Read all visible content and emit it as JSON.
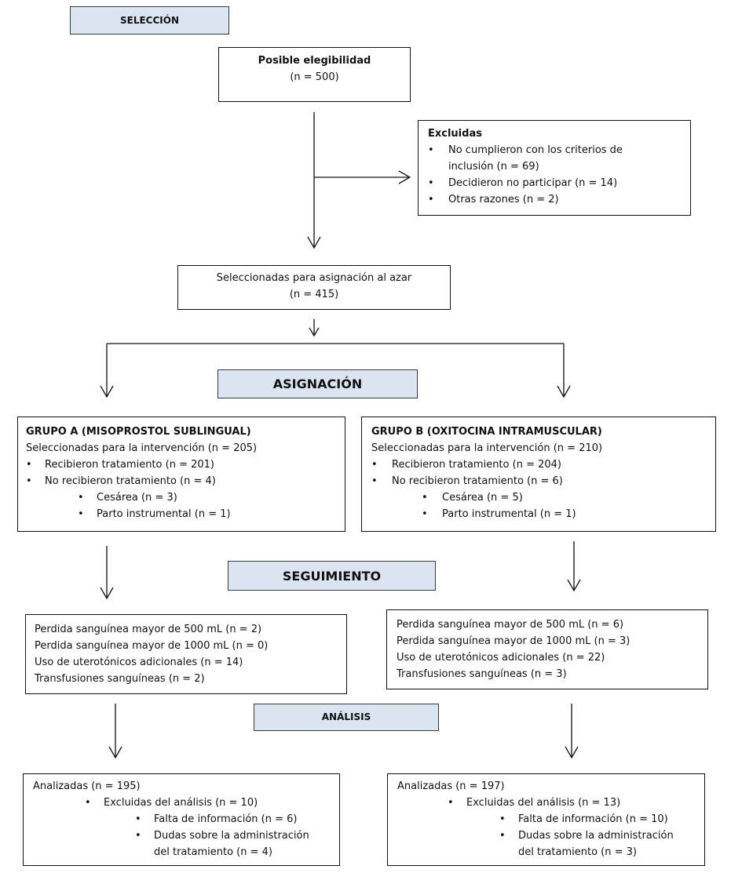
{
  "stages": {
    "seleccion": "SELECCIÓN",
    "asignacion": "ASIGNACIÓN",
    "seguimiento": "SEGUIMIENTO",
    "analisis": "ANÁLISIS"
  },
  "eligibility": {
    "title": "Posible elegibilidad",
    "n": "(n = 500)"
  },
  "excluded": {
    "title": "Excluidas",
    "items": [
      "No cumplieron con los criterios de",
      "inclusión (n = 69)",
      "Decidieron no participar (n = 14)",
      "Otras razones (n = 2)"
    ]
  },
  "randomized": {
    "title": "Seleccionadas  para asignación al azar",
    "n": "(n = 415)"
  },
  "group_a": {
    "title": "GRUPO  A (MISOPROSTOL  SUBLINGUAL)",
    "selected": "Seleccionadas para la intervención (n = 205)",
    "received": "Recibieron tratamiento (n = 201)",
    "not_received": "No recibieron tratamiento (n = 4)",
    "cesarea": "Cesárea (n = 3)",
    "parto": "Parto instrumental (n = 1)"
  },
  "group_b": {
    "title": "GRUPO  B (OXITOCINA  INTRAMUSCULAR)",
    "selected": "Seleccionadas para la intervención (n = 210)",
    "received": "Recibieron tratamiento (n = 204)",
    "not_received": "No recibieron tratamiento (n = 6)",
    "cesarea": "Cesárea (n = 5)",
    "parto": "Parto  instrumental (n = 1)"
  },
  "followup_a": [
    "Perdida sanguínea mayor de 500 mL (n = 2)",
    "Perdida sanguínea mayor de 1000 mL (n = 0)",
    "Uso de uterotónicos adicionales (n = 14)",
    "Transfusiones sanguíneas (n = 2)"
  ],
  "followup_b": [
    "Perdida sanguínea mayor de 500 mL (n = 6)",
    "Perdida sanguínea mayor de 1000 mL (n = 3)",
    "Uso de uterotónicos adicionales (n = 22)",
    "Transfusiones sanguíneas (n = 3)"
  ],
  "analysis_a": {
    "analyzed": "Analizadas (n = 195)",
    "excluded": "Excluidas del análisis (n = 10)",
    "missing": "Falta de información (n = 6)",
    "doubts1": "Dudas sobre la administración",
    "doubts2": "del tratamiento (n = 4)"
  },
  "analysis_b": {
    "analyzed": "Analizadas (n = 197)",
    "excluded": "Excluidas del análisis (n =  13)",
    "missing": "Falta de información (n = 10)",
    "doubts1": "Dudas sobre la administración",
    "doubts2": "del tratamiento (n = 3)"
  },
  "bullet": "•"
}
